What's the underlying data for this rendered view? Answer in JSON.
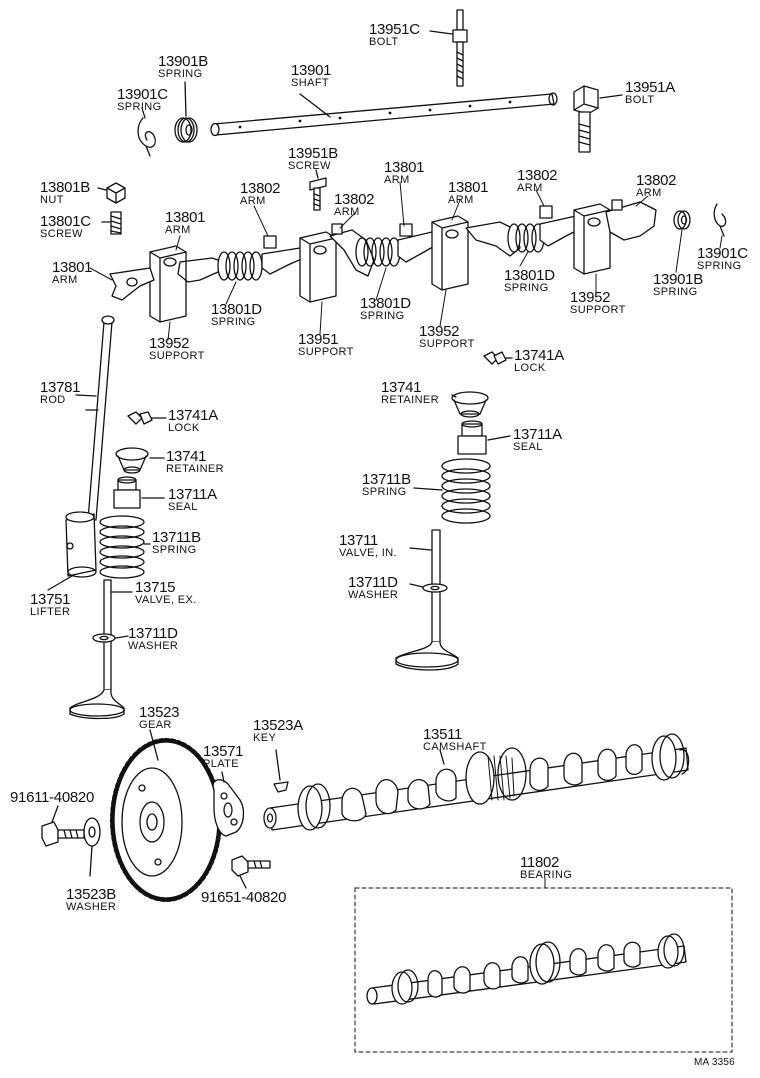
{
  "colors": {
    "line": "#111111",
    "background": "#ffffff"
  },
  "code": "MA 3356",
  "labels": {
    "l13951C": {
      "num": "13951C",
      "name": "BOLT"
    },
    "l13901B_top": {
      "num": "13901B",
      "name": "SPRING"
    },
    "l13901": {
      "num": "13901",
      "name": "SHAFT"
    },
    "l13951A": {
      "num": "13951A",
      "name": "BOLT"
    },
    "l13901C_left": {
      "num": "13901C",
      "name": "SPRING"
    },
    "l13951B": {
      "num": "13951B",
      "name": "SCREW"
    },
    "l13801B": {
      "num": "13801B",
      "name": "NUT"
    },
    "l13801C": {
      "num": "13801C",
      "name": "SCREW"
    },
    "l13802_a": {
      "num": "13802",
      "name": "ARM"
    },
    "l13801_a": {
      "num": "13801",
      "name": "ARM"
    },
    "l13802_b": {
      "num": "13802",
      "name": "ARM"
    },
    "l13801_b": {
      "num": "13801",
      "name": "ARM"
    },
    "l13801_c": {
      "num": "13801",
      "name": "ARM"
    },
    "l13802_c": {
      "num": "13802",
      "name": "ARM"
    },
    "l13802_d": {
      "num": "13802",
      "name": "ARM"
    },
    "l13801_d": {
      "num": "13801",
      "name": "ARM"
    },
    "l13901C_right": {
      "num": "13901C",
      "name": "SPRING"
    },
    "l13801D_a": {
      "num": "13801D",
      "name": "SPRING"
    },
    "l13801D_b": {
      "num": "13801D",
      "name": "SPRING"
    },
    "l13801D_c": {
      "num": "13801D",
      "name": "SPRING"
    },
    "l13901B_right": {
      "num": "13901B",
      "name": "SPRING"
    },
    "l13952_a": {
      "num": "13952",
      "name": "SUPPORT"
    },
    "l13951": {
      "num": "13951",
      "name": "SUPPORT"
    },
    "l13952_b": {
      "num": "13952",
      "name": "SUPPORT"
    },
    "l13952_c": {
      "num": "13952",
      "name": "SUPPORT"
    },
    "l13741A_right": {
      "num": "13741A",
      "name": "LOCK"
    },
    "l13781": {
      "num": "13781",
      "name": "ROD"
    },
    "l13741_right": {
      "num": "13741",
      "name": "RETAINER"
    },
    "l13741A_left": {
      "num": "13741A",
      "name": "LOCK"
    },
    "l13711A_right": {
      "num": "13711A",
      "name": "SEAL"
    },
    "l13741_left": {
      "num": "13741",
      "name": "RETAINER"
    },
    "l13711B_right": {
      "num": "13711B",
      "name": "SPRING"
    },
    "l13711A_left": {
      "num": "13711A",
      "name": "SEAL"
    },
    "l13711B_left": {
      "num": "13711B",
      "name": "SPRING"
    },
    "l13711": {
      "num": "13711",
      "name": "VALVE, IN."
    },
    "l13715": {
      "num": "13715",
      "name": "VALVE, EX."
    },
    "l13751": {
      "num": "13751",
      "name": "LIFTER"
    },
    "l13711D_right": {
      "num": "13711D",
      "name": "WASHER"
    },
    "l13711D_left": {
      "num": "13711D",
      "name": "WASHER"
    },
    "l13523": {
      "num": "13523",
      "name": "GEAR"
    },
    "l13523A": {
      "num": "13523A",
      "name": "KEY"
    },
    "l13511": {
      "num": "13511",
      "name": "CAMSHAFT"
    },
    "l13571": {
      "num": "13571",
      "name": "PLATE"
    },
    "l91611": {
      "num": "91611-40820",
      "name": ""
    },
    "l13523B": {
      "num": "13523B",
      "name": "WASHER"
    },
    "l91651": {
      "num": "91651-40820",
      "name": ""
    },
    "l11802": {
      "num": "11802",
      "name": "BEARING"
    }
  }
}
